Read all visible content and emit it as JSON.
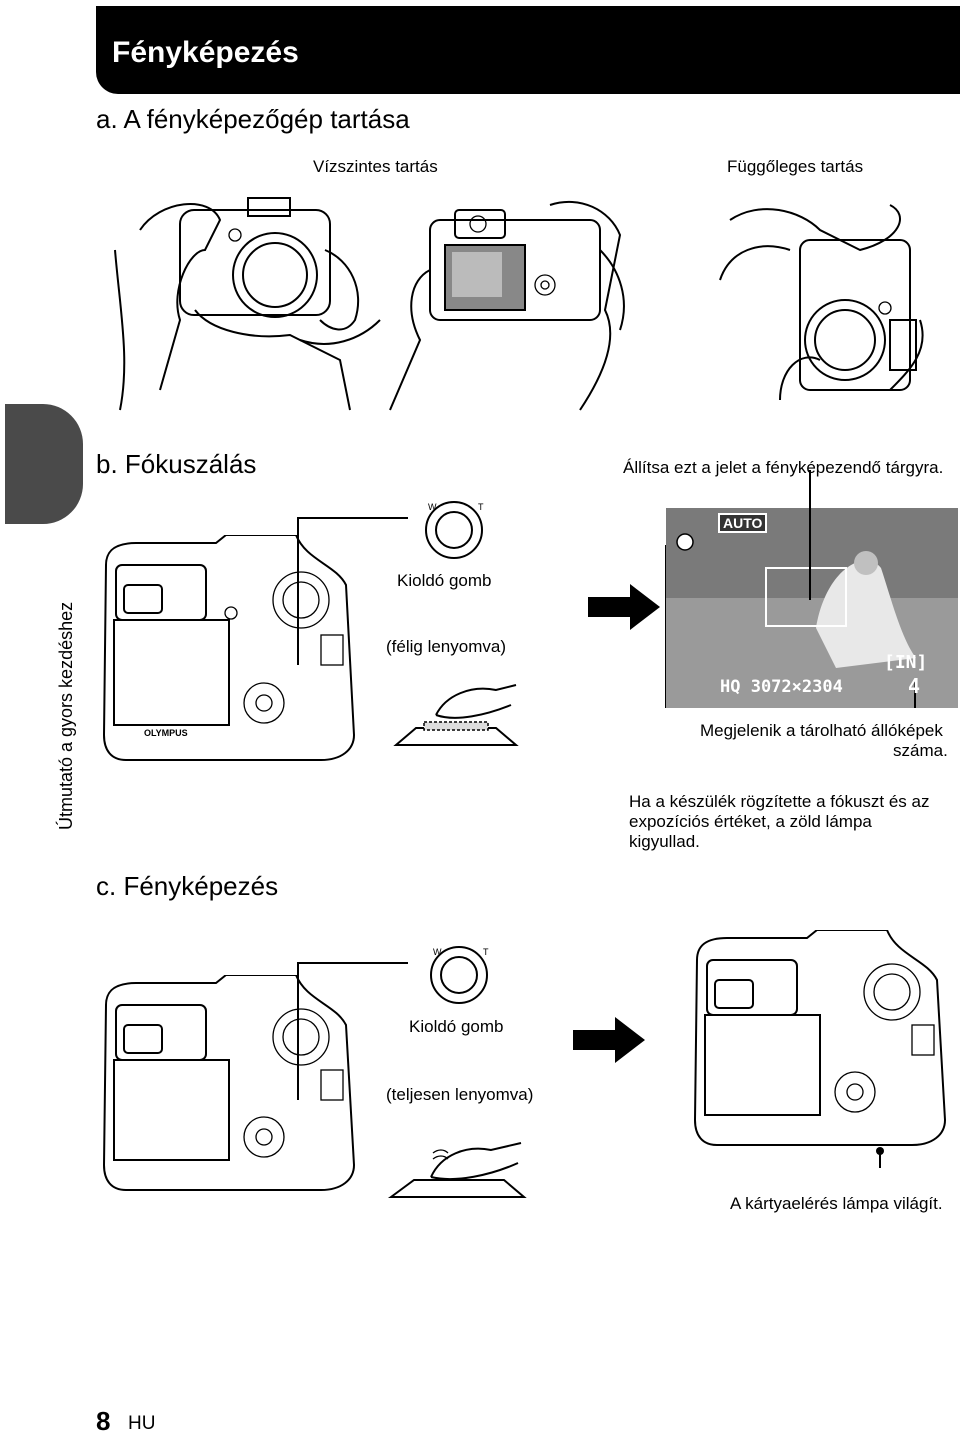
{
  "header": {
    "title": "Fényképezés"
  },
  "side_tab": {
    "label": "Útmutató a gyors kezdéshez"
  },
  "section_a": {
    "heading": "a.  A fényképezőgép tartása",
    "horizontal_caption": "Vízszintes tartás",
    "vertical_caption": "Függőleges tartás"
  },
  "section_b": {
    "heading": "b.  Fókuszálás",
    "mark_caption": "Állítsa ezt a jelet a fényképezendő tárgyra.",
    "shutter_label": "Kioldó gomb",
    "shutter_state": "(félig lenyomva)",
    "lcd": {
      "mode": "AUTO",
      "memory": "[IN]",
      "quality": "HQ 3072×2304",
      "frames_left": "4"
    },
    "frames_caption_line1": "Megjelenik a tárolható állóképek",
    "frames_caption_line2": "száma.",
    "lamp_caption_line1": "Ha a készülék rögzítette a fókuszt és az",
    "lamp_caption_line2": "expozíciós értéket, a zöld lámpa",
    "lamp_caption_line3": "kigyullad."
  },
  "section_c": {
    "heading": "c.  Fényképezés",
    "shutter_label": "Kioldó gomb",
    "shutter_state": "(teljesen lenyomva)",
    "card_lamp_caption": "A kártyaelérés lámpa világít."
  },
  "footer": {
    "page_number": "8",
    "language": "HU"
  },
  "brand_text": "OLYMPUS"
}
